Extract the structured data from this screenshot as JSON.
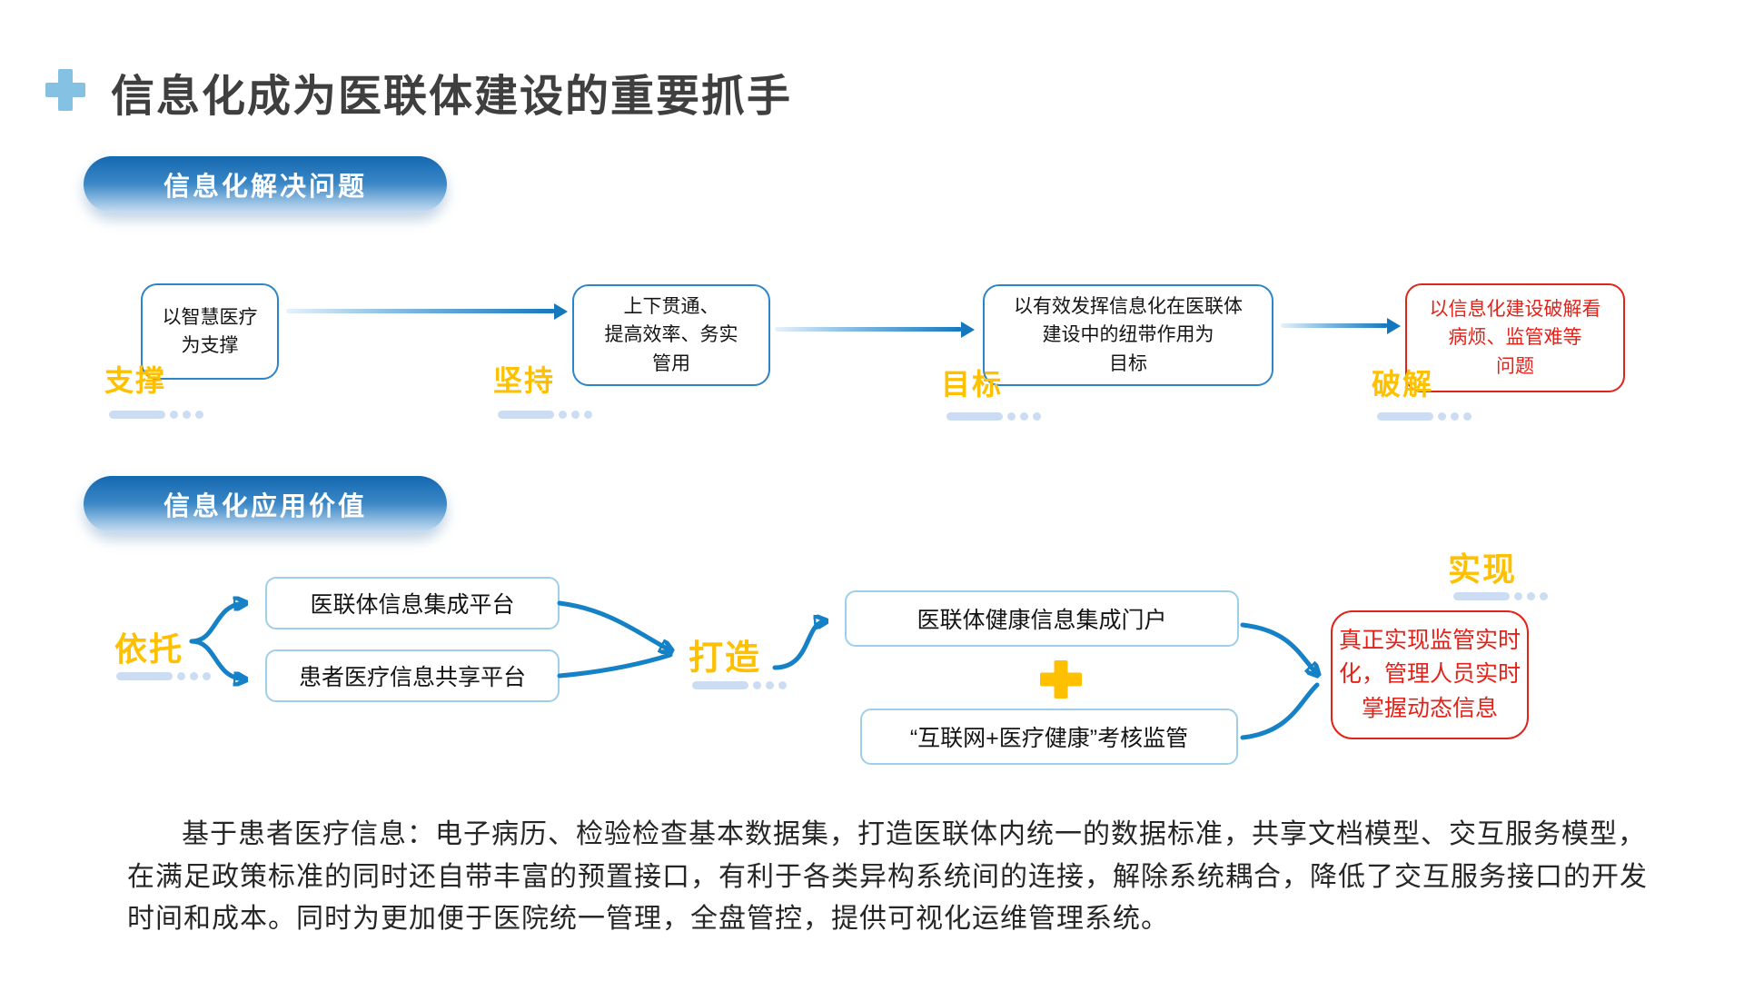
{
  "header": {
    "title": "信息化成为医联体建设的重要抓手"
  },
  "colors": {
    "accent_blue": "#1581c6",
    "light_blue_icon": "#85c1e2",
    "gold_accent": "#ffc000",
    "alert_red": "#e32219",
    "deco_blue": "#ccdcf2"
  },
  "section_problems": {
    "banner": "信息化解决问题",
    "steps": [
      {
        "label": "支撑",
        "lines": [
          "以智慧医疗",
          "为支撑"
        ]
      },
      {
        "label": "坚持",
        "lines": [
          "上下贯通、",
          "提高效率、务实",
          "管用"
        ]
      },
      {
        "label": "目标",
        "lines": [
          "以有效发挥信息化在医联体",
          "建设中的纽带作用为",
          "目标"
        ]
      },
      {
        "label": "破解",
        "lines": [
          "以信息化建设破解看",
          "病烦、监管难等",
          "问题"
        ]
      }
    ]
  },
  "section_value": {
    "banner": "信息化应用价值",
    "rely_label": "依托",
    "platforms": [
      "医联体信息集成平台",
      "患者医疗信息共享平台"
    ],
    "build_label": "打造",
    "portal": "医联体健康信息集成门户",
    "joiner_symbol": "+",
    "supervision": "“互联网+医疗健康”考核监管",
    "achieve_label": "实现",
    "result_lines": [
      "真正实现监管实时",
      "化，管理人员实时",
      "掌握动态信息"
    ]
  },
  "footer": {
    "paragraph": "基于患者医疗信息：电子病历、检验检查基本数据集，打造医联体内统一的数据标准，共享文档模型、交互服务模型，在满足政策标准的同时还自带丰富的预置接口，有利于各类异构系统间的连接，解除系统耦合，降低了交互服务接口的开发时间和成本。同时为更加便于医院统一管理，全盘管控，提供可视化运维管理系统。"
  }
}
